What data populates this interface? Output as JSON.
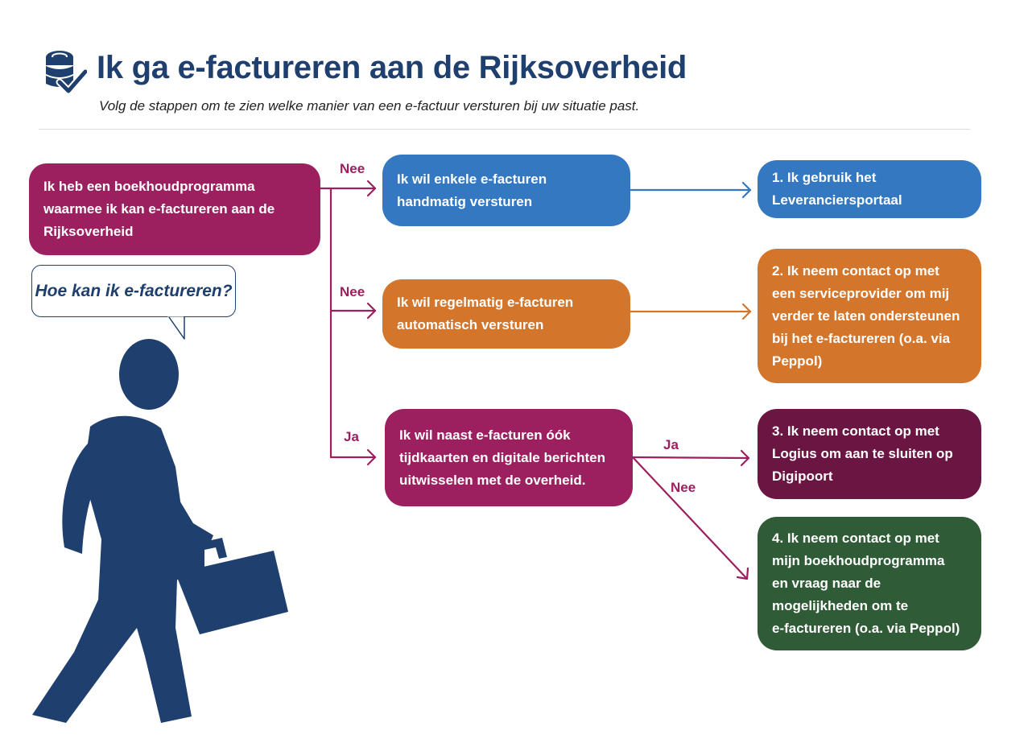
{
  "header": {
    "title": "Ik ga e-factureren aan de Rijksoverheid",
    "subtitle": "Volg de stappen om te zien welke manier van een e-factuur versturen bij uw situatie past.",
    "logo_icon": "coins-check-icon"
  },
  "speech_bubble": "Hoe kan ik e-factureren?",
  "person_icon": "walking-person-briefcase-icon",
  "start_box": {
    "lines": [
      "Ik heb een boekhoudprogramma",
      "waarmee ik kan e-factureren aan de",
      "Rijksoverheid"
    ]
  },
  "questions": [
    {
      "lines": [
        "Ik wil enkele e-facturen",
        "handmatig versturen"
      ]
    },
    {
      "lines": [
        "Ik wil regelmatig e-facturen",
        "automatisch versturen"
      ]
    },
    {
      "lines": [
        "Ik wil naast e-facturen óók",
        "tijdkaarten en digitale berichten",
        "uitwisselen met de overheid."
      ]
    }
  ],
  "outcomes": [
    {
      "lines": [
        "1. Ik gebruik het",
        "Leveranciersportaal"
      ]
    },
    {
      "lines": [
        "2. Ik neem contact op met",
        "een serviceprovider om mij",
        "verder te laten ondersteunen",
        "bij het e-factureren (o.a. via",
        "Peppol)"
      ]
    },
    {
      "lines": [
        "3. Ik neem contact op met",
        "Logius om aan te sluiten op",
        "Digipoort"
      ]
    },
    {
      "lines": [
        "4. Ik neem contact op met",
        "mijn boekhoudprogramma",
        "en vraag naar de",
        "mogelijkheden om te",
        "e-factureren (o.a. via Peppol)"
      ]
    }
  ],
  "edge_labels": {
    "nee_1": "Nee",
    "nee_2": "Nee",
    "ja_1": "Ja",
    "ja_2": "Ja",
    "nee_3": "Nee"
  },
  "colors": {
    "magenta": "#9c2060",
    "blue": "#3478c1",
    "orange": "#d4752c",
    "wine": "#6b1543",
    "green": "#2f5c37",
    "navy": "#1f3f6e"
  }
}
